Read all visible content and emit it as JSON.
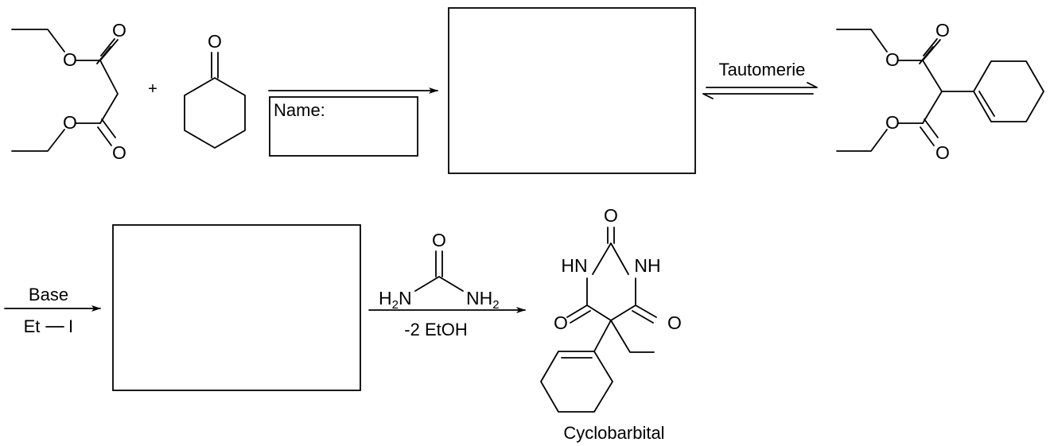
{
  "atoms": {
    "oxygen": "O",
    "nitrogen_h": "NH",
    "h_n": "HN",
    "h": "H",
    "n": "N",
    "sub2": "2"
  },
  "plus": "+",
  "step1": {
    "name_label": "Name:"
  },
  "step2": {
    "label": "Tautomerie"
  },
  "step3": {
    "base_label": "Base",
    "reagent_left": "Et",
    "reagent_right": "I"
  },
  "step4": {
    "byproduct_label": "-2 EtOH"
  },
  "product": {
    "name": "Cyclobarbital"
  },
  "colors": {
    "ink": "#000000",
    "background": "#ffffff"
  }
}
